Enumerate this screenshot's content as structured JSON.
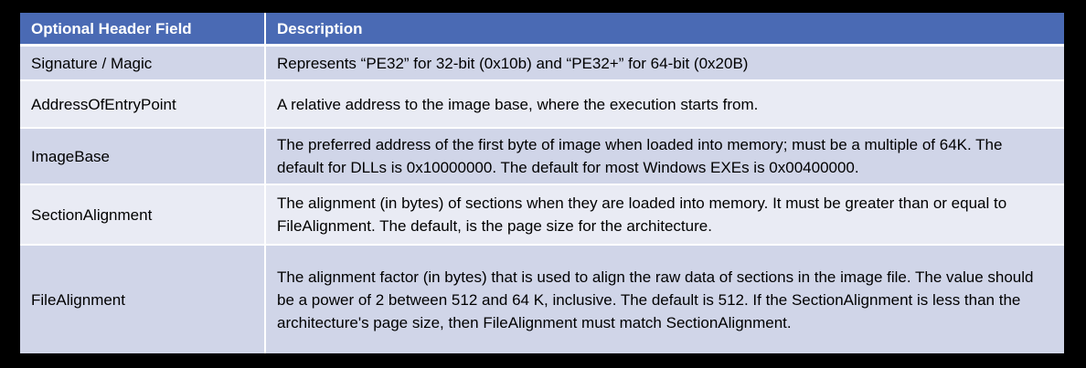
{
  "table": {
    "headers": [
      "Optional Header Field",
      "Description"
    ],
    "rows": [
      {
        "field": "Signature / Magic",
        "description": "Represents “PE32” for 32-bit (0x10b) and “PE32+” for 64-bit (0x20B)"
      },
      {
        "field": "AddressOfEntryPoint",
        "description": "A relative address to the image base, where the execution starts from."
      },
      {
        "field": "ImageBase",
        "description": "The preferred address of the first byte of image when loaded into memory; must be a multiple of 64K. The default for DLLs is 0x10000000. The default for most Windows EXEs is 0x00400000."
      },
      {
        "field": "SectionAlignment",
        "description": "The alignment (in bytes) of sections when they are loaded into memory. It must be greater than or equal to FileAlignment. The default, is the page size for the architecture."
      },
      {
        "field": "FileAlignment",
        "description": "The alignment factor (in bytes) that is used to align the raw data of sections in the image file. The value should be a power of 2 between 512 and 64 K, inclusive. The default is 512. If the SectionAlignment is less than the architecture's page size, then FileAlignment must match SectionAlignment."
      }
    ]
  },
  "colors": {
    "header_bg": "#4a6ab4",
    "row_dark": "#d0d5e8",
    "row_light": "#e9ebf4",
    "page_bg": "#000000"
  }
}
